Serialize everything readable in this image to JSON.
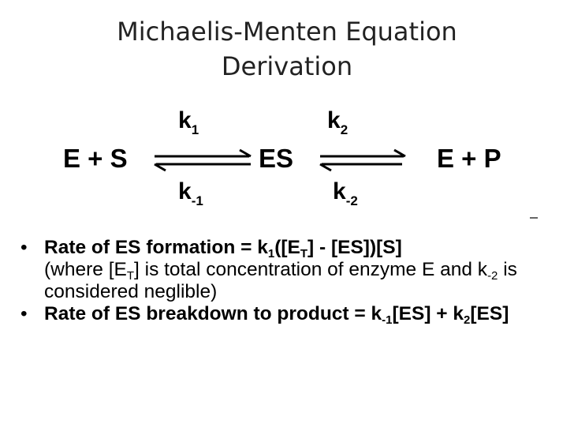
{
  "title": {
    "line1": "Michaelis-Menten Equation",
    "line2": "Derivation"
  },
  "scheme": {
    "species": {
      "e_plus_s": "E + S",
      "es": "ES",
      "e_plus_p": "E + P"
    },
    "constants": {
      "k1": {
        "base": "k",
        "sub": "1"
      },
      "k_minus1": {
        "base": "k",
        "sub": "-1"
      },
      "k2": {
        "base": "k",
        "sub": "2"
      },
      "k_minus2": {
        "base": "k",
        "sub": "-2"
      }
    }
  },
  "bullets": {
    "symbol": "•",
    "formation": {
      "a": "Rate of ES formation = k",
      "sub1": "1",
      "b": "([E",
      "subT": "T",
      "c": "] - [ES])[S]"
    },
    "note": {
      "a": "(where [E",
      "subT": "T",
      "b": "] is total concentration of enzyme E and k",
      "sub": "-2",
      "c": " is considered neglible)"
    },
    "breakdown": {
      "a": "Rate of ES breakdown to product = k",
      "sub1": "-1",
      "b": "[ES] + k",
      "sub2": "2",
      "c": "[ES]"
    }
  }
}
